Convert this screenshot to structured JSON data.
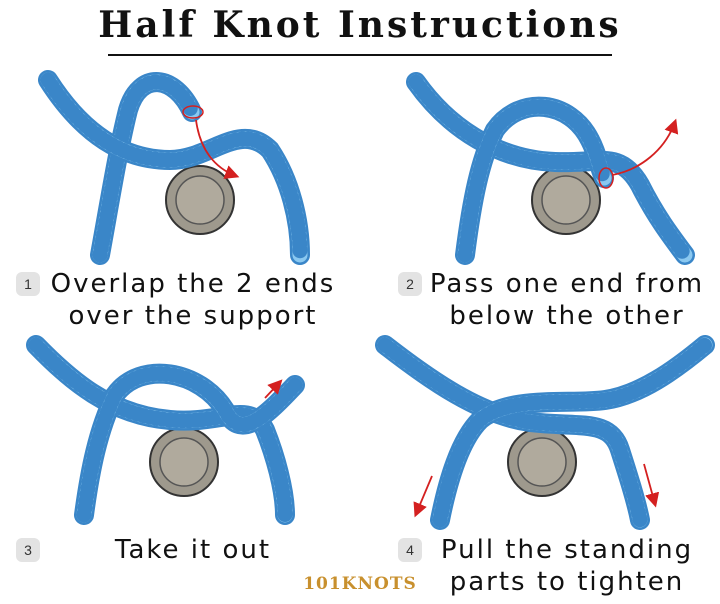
{
  "title": "Half Knot Instructions",
  "steps": [
    {
      "number": "1",
      "line1": "Overlap the 2 ends",
      "line2": "over the support"
    },
    {
      "number": "2",
      "line1": "Pass one end from",
      "line2": "below the other"
    },
    {
      "number": "3",
      "line1": "Take it out",
      "line2": ""
    },
    {
      "number": "4",
      "line1": "Pull the standing",
      "line2": "parts to tighten"
    }
  ],
  "brand": "101KNOTS",
  "colors": {
    "rope": "#8ac8f0",
    "rope_edge": "#3a86c8",
    "arrow": "#d42020",
    "support": "#a8a296",
    "support_edge": "#333333"
  }
}
